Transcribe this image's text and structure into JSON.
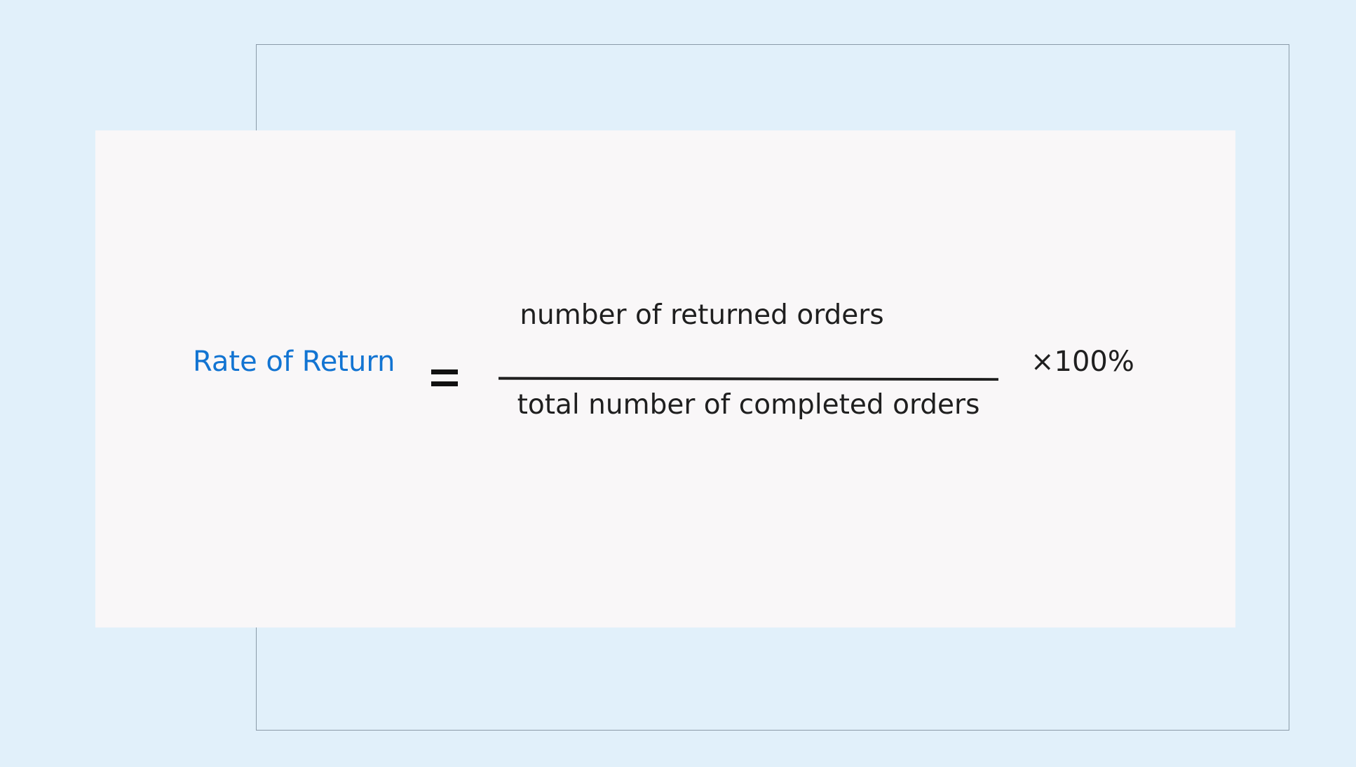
{
  "formula": {
    "lhs": "Rate of Return",
    "numerator": "number of returned orders",
    "denominator": "total number of completed orders",
    "multiplier": "×100%"
  },
  "colors": {
    "background": "#e1f0fa",
    "card": "#f9f7f8",
    "lhs_text": "#1274d2",
    "text": "#1f1f1f"
  }
}
